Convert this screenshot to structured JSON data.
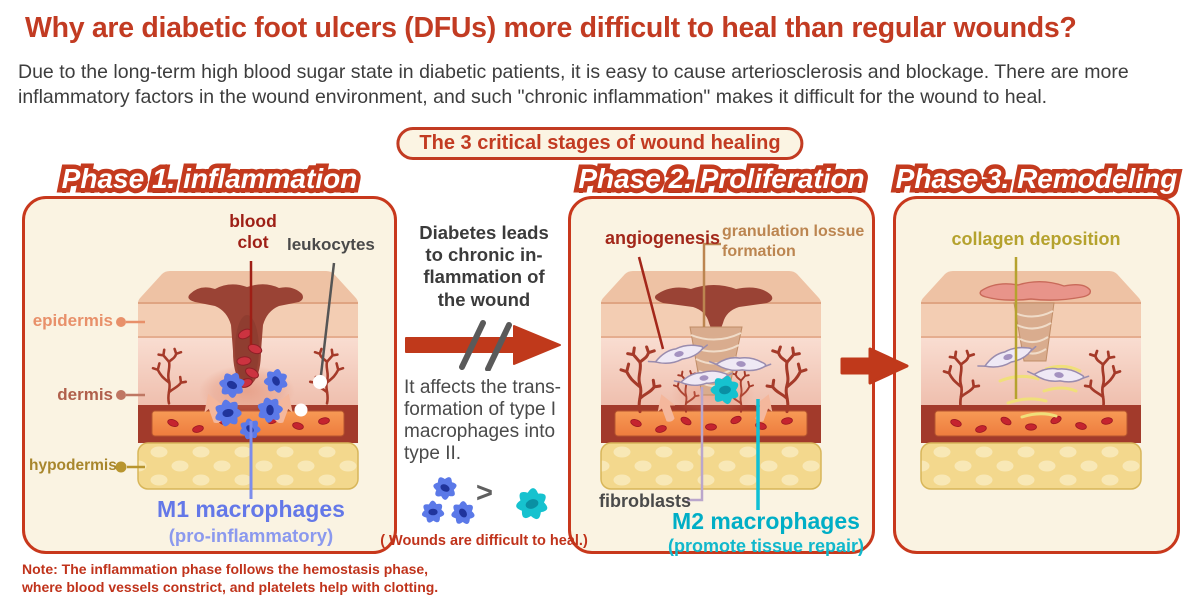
{
  "header": {
    "title": "Why are diabetic foot ulcers (DFUs) more difficult to heal than regular wounds?",
    "subtitle": "Due to the long-term high blood sugar state in diabetic patients, it is easy to cause arteriosclerosis and blockage. There are more inflammatory factors in the wound environment, and such \"chronic inflammation\" makes it difficult for the wound to heal."
  },
  "stages_badge": "The 3 critical stages of wound healing",
  "phase1": {
    "title": "Phase 1. inflammation",
    "labels": {
      "blood_clot": "blood clot",
      "leukocytes": "leukocytes",
      "epidermis": "epidermis",
      "dermis": "dermis",
      "hypodermis": "hypodermis",
      "m1_title": "M1 macrophages",
      "m1_sub": "(pro-inflammatory)"
    }
  },
  "phase2": {
    "title": "Phase 2. Proliferation",
    "labels": {
      "angiogenesis": "angiogenesis",
      "granulation": "granulation lossue formation",
      "fibroblasts": "fibroblasts",
      "m2_title": "M2 macrophages",
      "m2_sub": "(promote tissue repair)"
    }
  },
  "phase3": {
    "title": "Phase 3. Remodeling",
    "labels": {
      "collagen": "collagen deposition"
    }
  },
  "middle": {
    "lead_lines": [
      "Diabetes leads",
      "to chronic in-",
      "flammation of",
      "the wound"
    ],
    "body_lines": [
      "It affects the trans-",
      "formation of type I",
      "macrophages into",
      "type II."
    ],
    "gt": ">",
    "caption": "( Wounds are difficult to heal.)"
  },
  "note_lines": [
    "Note: The inflammation phase follows the hemostasis phase,",
    "where blood vessels constrict, and platelets help with clotting."
  ],
  "colors": {
    "accent_red": "#c23b22",
    "panel_border": "#c8381c",
    "panel_bg": "#faf3e2",
    "text_gray": "#3d3d3d",
    "m1_blue": "#6478e8",
    "m2_cyan": "#00aec6",
    "granulation_tan": "#bc8550",
    "collagen_olive": "#b5a22e",
    "epidermis_label": "#e8906a",
    "dermis_label": "#b0604c",
    "hypodermis_label": "#a8862c",
    "blood_clot_label": "#9e1f16",
    "note_red": "#c0331b",
    "arrow_red": "#c0391b"
  }
}
